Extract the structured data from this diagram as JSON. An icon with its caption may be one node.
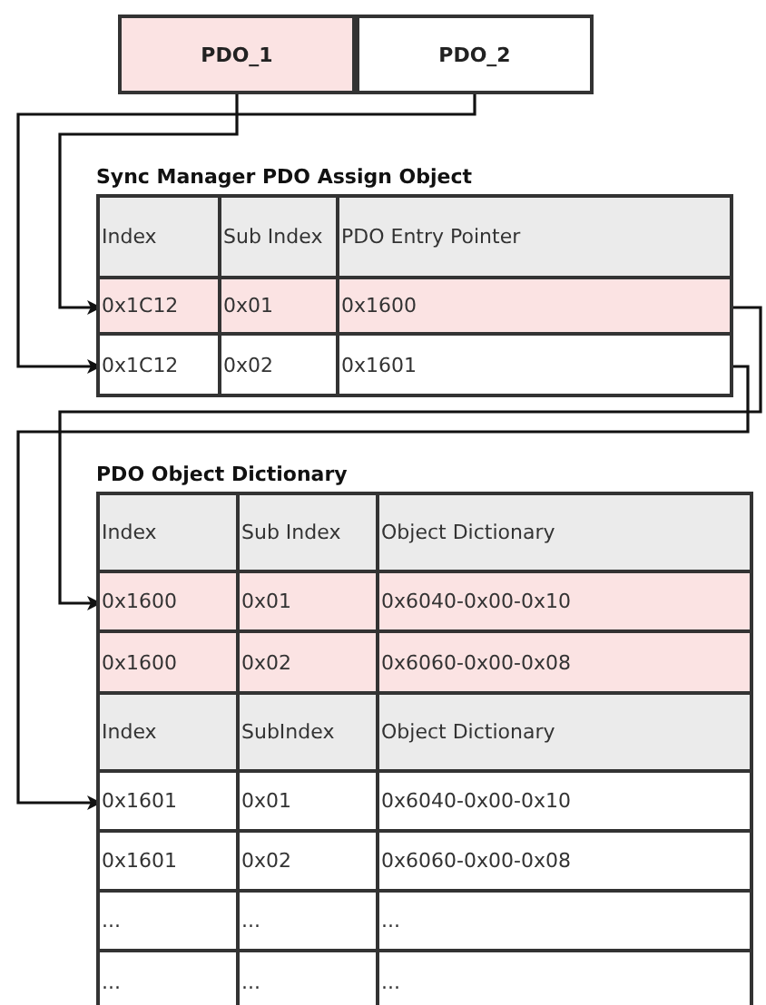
{
  "diagram": {
    "nodes": [
      {
        "text": [
          "PDO_1"
        ]
      },
      {
        "text": [
          "PDO_2"
        ]
      },
      {
        "text": [
          "Sync Manager PDO Assign Object"
        ]
      },
      {
        "text": [
          "Index",
          "Sub Index",
          "PDO Entry Pointer"
        ],
        "in": 2
      },
      {
        "text": [
          "0x1C12",
          "0x01",
          "0x1600"
        ],
        "in": 2
      },
      {
        "text": [
          "0x1C12",
          "0x02",
          "0x1601"
        ],
        "in": 2
      },
      {
        "text": [
          "PDO Object Dictionary"
        ]
      },
      {
        "text": [
          "Index",
          "Sub Index",
          "Object Dictionary"
        ],
        "in": 6
      },
      {
        "text": [
          "0x1600",
          "0x01",
          "0x6040-0x00-0x10"
        ],
        "in": 6
      },
      {
        "text": [
          "0x1600",
          "0x02",
          "0x6060-0x00-0x08"
        ],
        "in": 6
      },
      {
        "text": [
          "Index",
          "SubIndex",
          "Object Dictionary"
        ],
        "in": 6
      },
      {
        "text": [
          "0x1601",
          "0x01",
          "0x6040-0x00-0x10"
        ],
        "in": 6
      },
      {
        "text": [
          "0x1601",
          "0x02",
          "0x6060-0x00-0x08"
        ],
        "in": 6
      },
      {
        "text": [
          "...",
          "...",
          "..."
        ],
        "in": 6
      },
      {
        "text": [
          "...",
          "...",
          "..."
        ],
        "in": 6
      }
    ],
    "edges": [
      {
        "from": 0,
        "to": 4,
        "arrow": "to"
      },
      {
        "from": 1,
        "to": 5,
        "arrow": "to"
      },
      {
        "from": 4,
        "to": 8,
        "arrow": "to"
      },
      {
        "from": 5,
        "to": 11,
        "arrow": "to"
      }
    ]
  }
}
